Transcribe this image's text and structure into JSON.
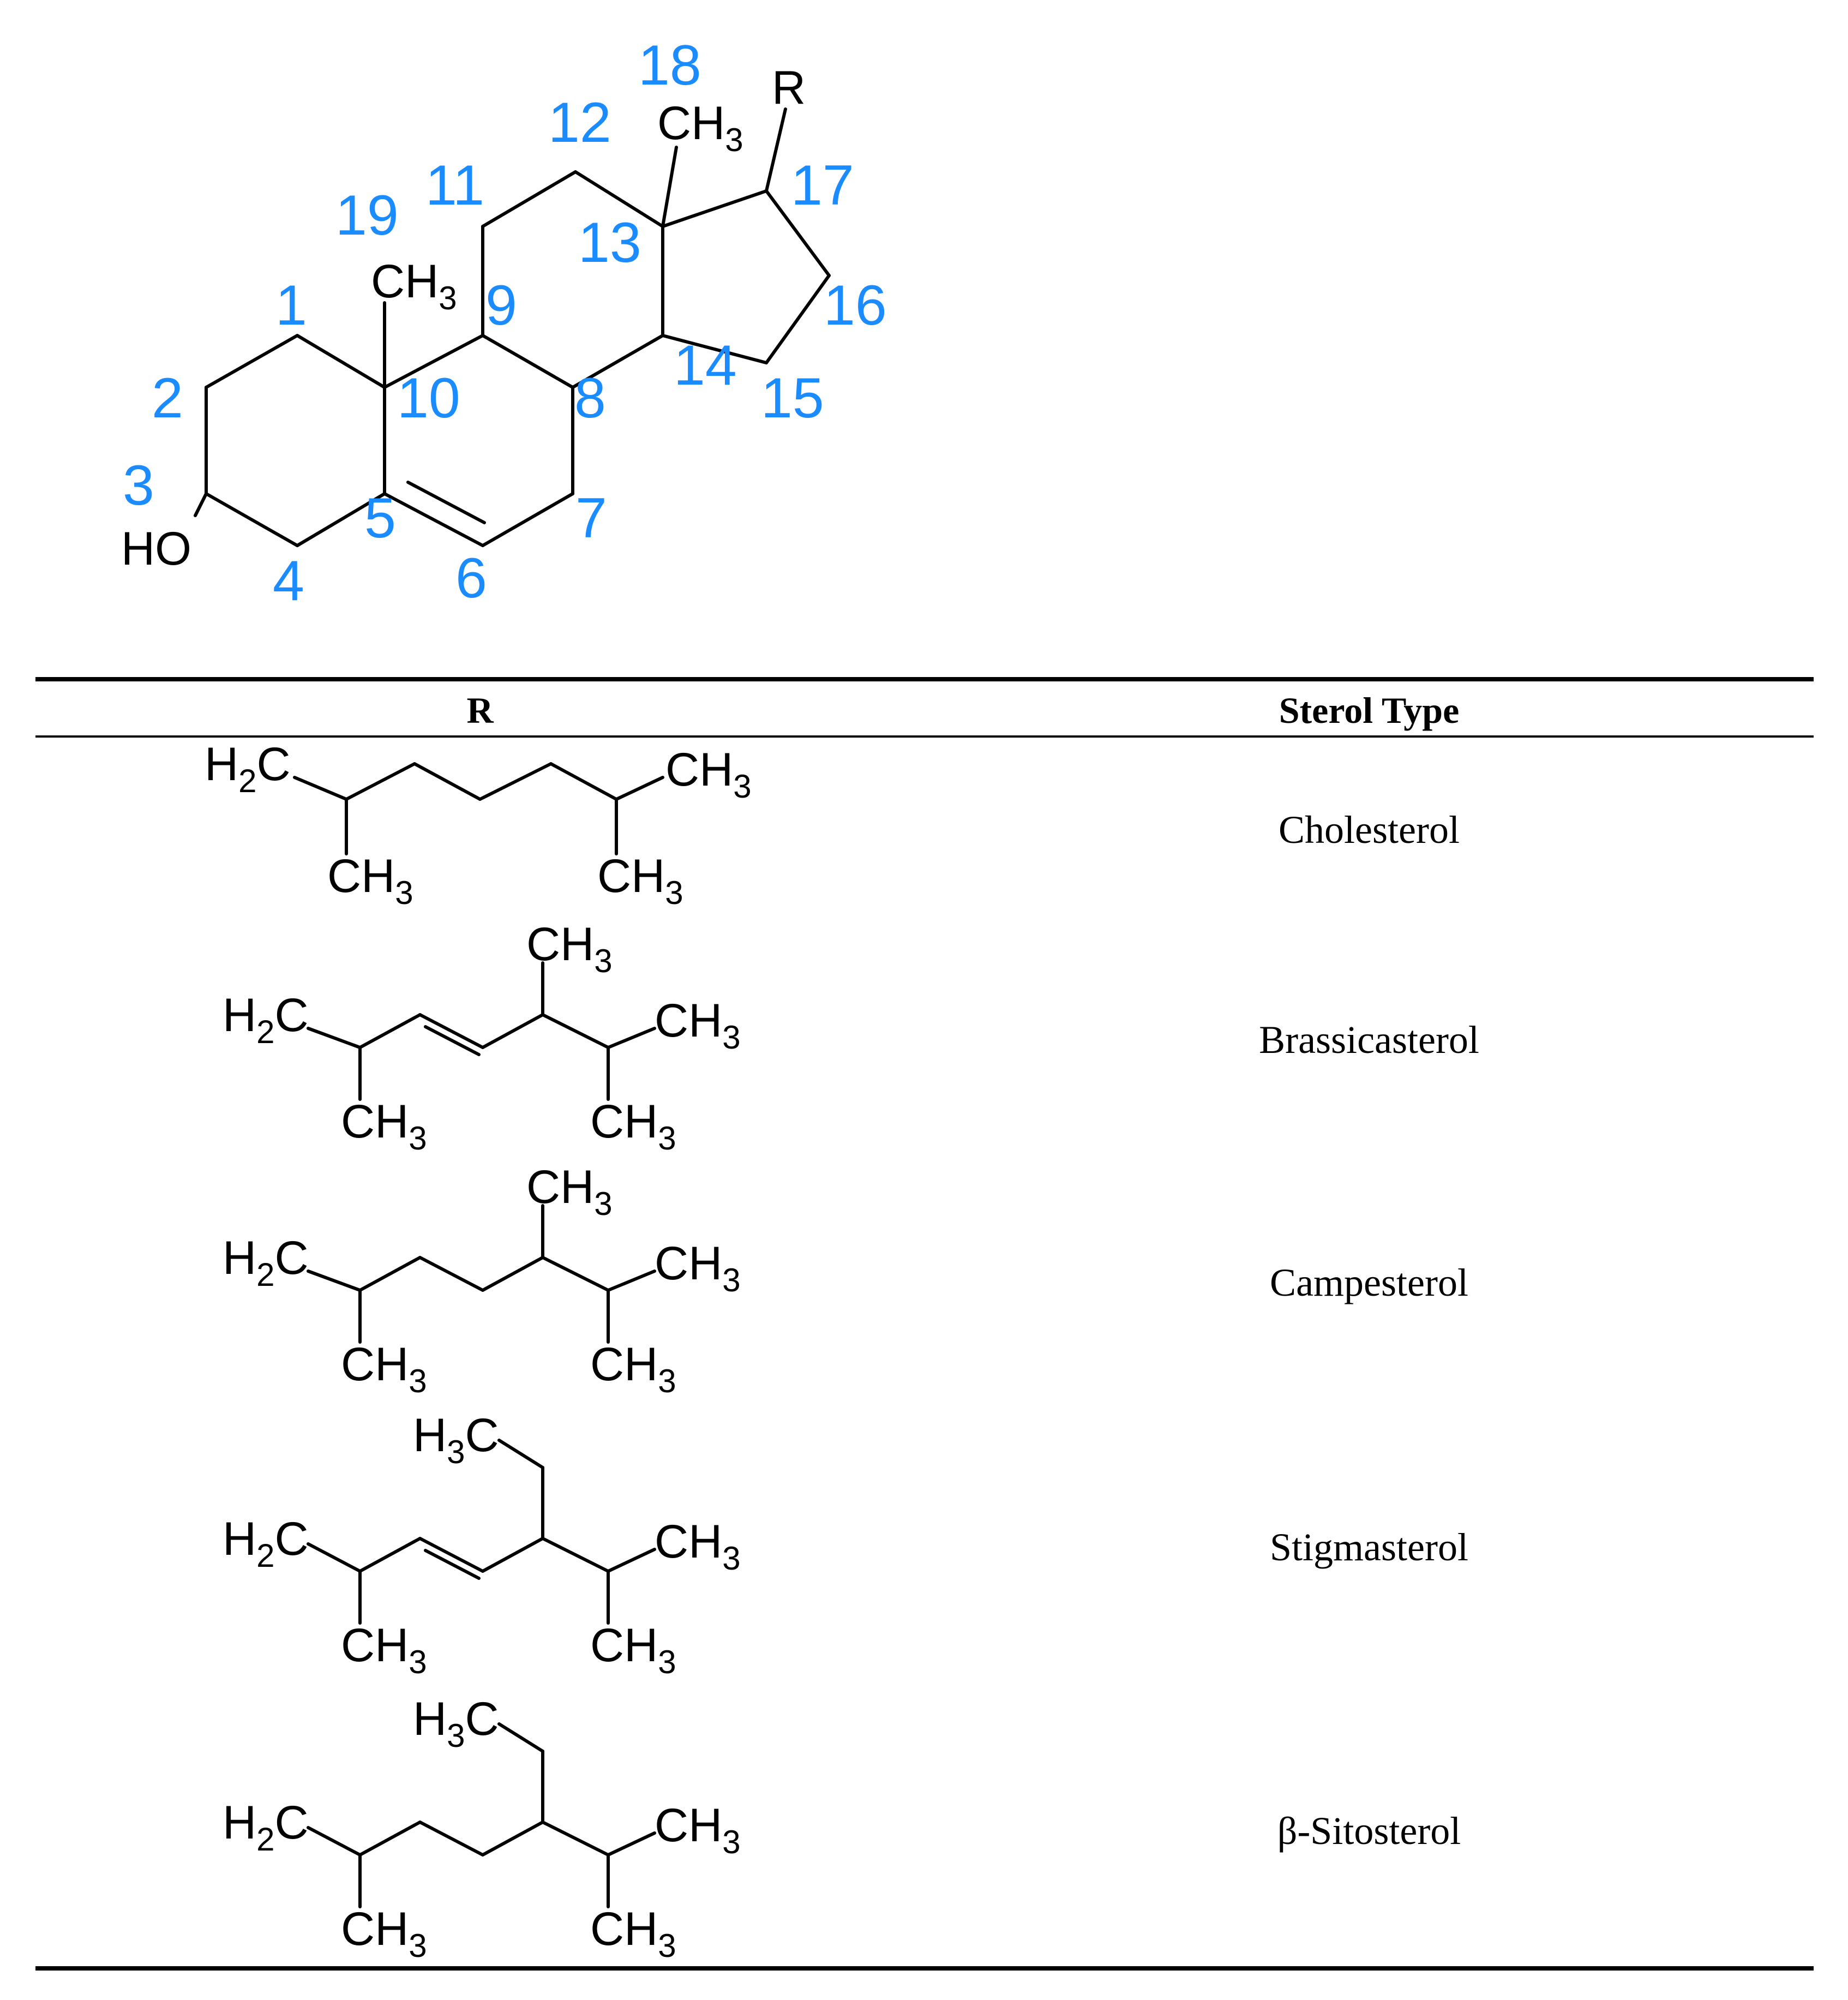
{
  "core": {
    "substituents": {
      "hydroxyl": "HO",
      "methyl_19": "CH3",
      "methyl_18": "CH3",
      "r_group": "R"
    },
    "position_numbers": [
      "1",
      "2",
      "3",
      "4",
      "5",
      "6",
      "7",
      "8",
      "9",
      "10",
      "11",
      "12",
      "13",
      "14",
      "15",
      "16",
      "17",
      "18",
      "19"
    ]
  },
  "table": {
    "headers": {
      "r": "R",
      "sterol_type": "Sterol Type"
    },
    "rows": [
      {
        "sterol": "Cholesterol",
        "labels": {
          "h2c": "H2C",
          "ch3_a": "CH3",
          "ch3_b": "CH3",
          "ch3_c": "CH3"
        }
      },
      {
        "sterol": "Brassicasterol",
        "labels": {
          "h2c": "H2C",
          "ch3_top": "CH3",
          "ch3_right": "CH3",
          "ch3_a": "CH3",
          "ch3_b": "CH3"
        }
      },
      {
        "sterol": "Campesterol",
        "labels": {
          "h2c": "H2C",
          "ch3_top": "CH3",
          "ch3_right": "CH3",
          "ch3_a": "CH3",
          "ch3_b": "CH3"
        }
      },
      {
        "sterol": "Stigmasterol",
        "labels": {
          "h3c": "H3C",
          "h2c": "H2C",
          "ch3_right": "CH3",
          "ch3_a": "CH3",
          "ch3_b": "CH3"
        }
      },
      {
        "sterol": "β-Sitosterol",
        "labels": {
          "h3c": "H3C",
          "h2c": "H2C",
          "ch3_right": "CH3",
          "ch3_a": "CH3",
          "ch3_b": "CH3"
        }
      }
    ]
  }
}
